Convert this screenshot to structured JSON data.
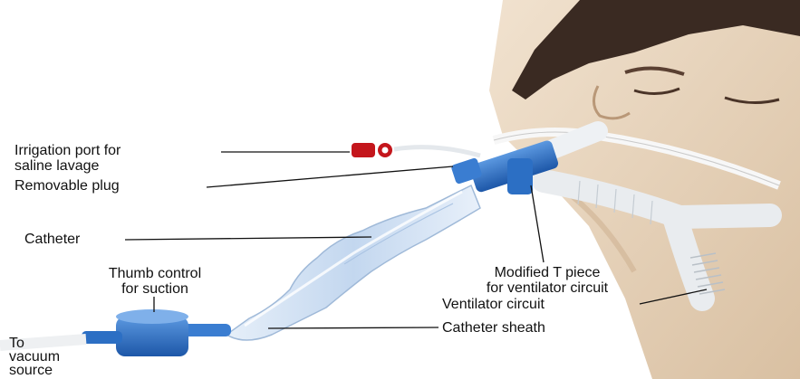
{
  "labels": {
    "irrigation_port": "Irrigation port for\nsaline lavage",
    "removable_plug": "Removable plug",
    "catheter": "Catheter",
    "thumb_control": "Thumb control\nfor suction",
    "to_vacuum_source": "To\nvacuum\nsource",
    "modified_t_piece": "Modified T piece\nfor ventilator circuit",
    "ventilator_circuit": "Ventilator circuit",
    "catheter_sheath": "Catheter sheath"
  },
  "colors": {
    "skin": "#ead7bf",
    "skin_shadow": "#d7bea0",
    "hair": "#3a2a22",
    "tube_white": "#f2f4f6",
    "connector_blue": "#2c6fc4",
    "sheath_blue": "#cfe0f3",
    "port_red": "#c4161c",
    "leader_line": "#111111"
  }
}
